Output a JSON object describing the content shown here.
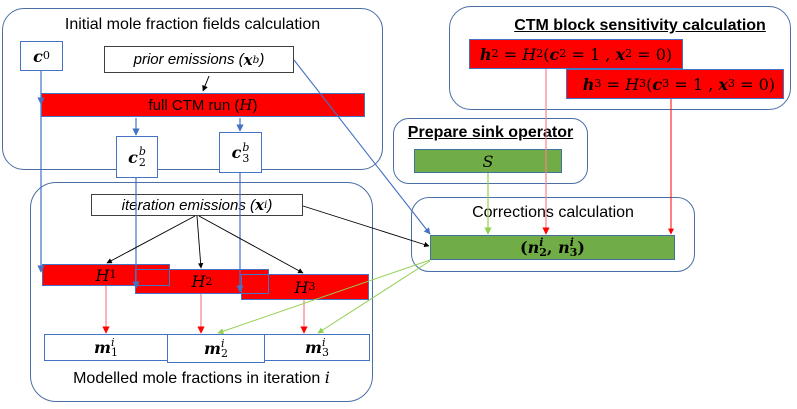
{
  "colors": {
    "group_border": "#4a6fa5",
    "cell_border": "#4472c4",
    "ctm_red": "#ff0000",
    "sink_green": "#70ad47",
    "arrow_blue": "#4472c4",
    "arrow_red": "#ff0000",
    "arrow_pink": "#f4828c",
    "arrow_green": "#92d050",
    "arrow_black": "#000000"
  },
  "groups": {
    "initial": {
      "title": "Initial mole fraction fields calculation"
    },
    "ctm_block": {
      "title": "CTM block sensitivity calculation"
    },
    "sink": {
      "title": "Prepare sink operator"
    },
    "corrections": {
      "title": "Corrections calculation"
    },
    "modelled": {
      "title_text": "Modelled mole fractions in iteration ",
      "title_var": "i"
    }
  },
  "nodes": {
    "c0": {
      "symbol": "c",
      "sub": "0"
    },
    "prior": {
      "text": "prior emissions (",
      "symbol": "x",
      "sup": "b",
      "close": ")"
    },
    "full_ctm": {
      "text": "full CTM run (",
      "symbol": "H",
      "close": ")"
    },
    "c2b": {
      "symbol": "c",
      "sub": "2",
      "sup": "b"
    },
    "c3b": {
      "symbol": "c",
      "sub": "3",
      "sup": "b"
    },
    "h2": {
      "lhs": "h",
      "lhs_sub": "2",
      "fn": "H",
      "fn_sub": "2",
      "a": "c",
      "a_sub": "2",
      "a_val": "= 1 ,",
      "b": "x",
      "b_sub": "2",
      "b_val": "= 0)"
    },
    "h3": {
      "lhs": "h",
      "lhs_sub": "3",
      "fn": "H",
      "fn_sub": "3",
      "a": "c",
      "a_sub": "3",
      "a_val": "= 1 ,",
      "b": "x",
      "b_sub": "3",
      "b_val": "= 0)"
    },
    "sink_op": {
      "symbol": "S"
    },
    "iteration": {
      "text": "iteration emissions (",
      "symbol": "x",
      "sup": "i",
      "close": ")"
    },
    "H1": {
      "symbol": "H",
      "sub": "1"
    },
    "H2": {
      "symbol": "H",
      "sub": "2"
    },
    "H3": {
      "symbol": "H",
      "sub": "3"
    },
    "n": {
      "open": "(",
      "a": "n",
      "a_sub": "2",
      "a_sup": "i",
      "sep": ", ",
      "b": "n",
      "b_sub": "3",
      "b_sup": "i",
      "close": ")"
    },
    "m1": {
      "symbol": "m",
      "sub": "1",
      "sup": "i"
    },
    "m2": {
      "symbol": "m",
      "sub": "2",
      "sup": "i"
    },
    "m3": {
      "symbol": "m",
      "sub": "3",
      "sup": "i"
    }
  },
  "edges": [
    {
      "from": "prior",
      "to": "full_ctm",
      "color": "black"
    },
    {
      "from": "c0",
      "to": "full_ctm",
      "color": "blue"
    },
    {
      "from": "c0",
      "to": "H1",
      "color": "blue"
    },
    {
      "from": "full_ctm",
      "to": "c2b",
      "color": "blue"
    },
    {
      "from": "full_ctm",
      "to": "c3b",
      "color": "blue"
    },
    {
      "from": "c2b",
      "to": "H2",
      "color": "blue"
    },
    {
      "from": "c3b",
      "to": "H3",
      "color": "blue"
    },
    {
      "from": "prior",
      "to": "n",
      "color": "blue"
    },
    {
      "from": "iteration",
      "to": "H1",
      "color": "black"
    },
    {
      "from": "iteration",
      "to": "H2",
      "color": "black"
    },
    {
      "from": "iteration",
      "to": "H3",
      "color": "black"
    },
    {
      "from": "iteration",
      "to": "n",
      "color": "black"
    },
    {
      "from": "H1",
      "to": "m1",
      "color": "red"
    },
    {
      "from": "H2",
      "to": "m2",
      "color": "red"
    },
    {
      "from": "H3",
      "to": "m3",
      "color": "red"
    },
    {
      "from": "h2",
      "to": "n",
      "color": "red"
    },
    {
      "from": "h3",
      "to": "n",
      "color": "red"
    },
    {
      "from": "sink_op",
      "to": "n",
      "color": "green"
    },
    {
      "from": "n",
      "to": "m2",
      "color": "green"
    },
    {
      "from": "n",
      "to": "m3",
      "color": "green"
    }
  ]
}
